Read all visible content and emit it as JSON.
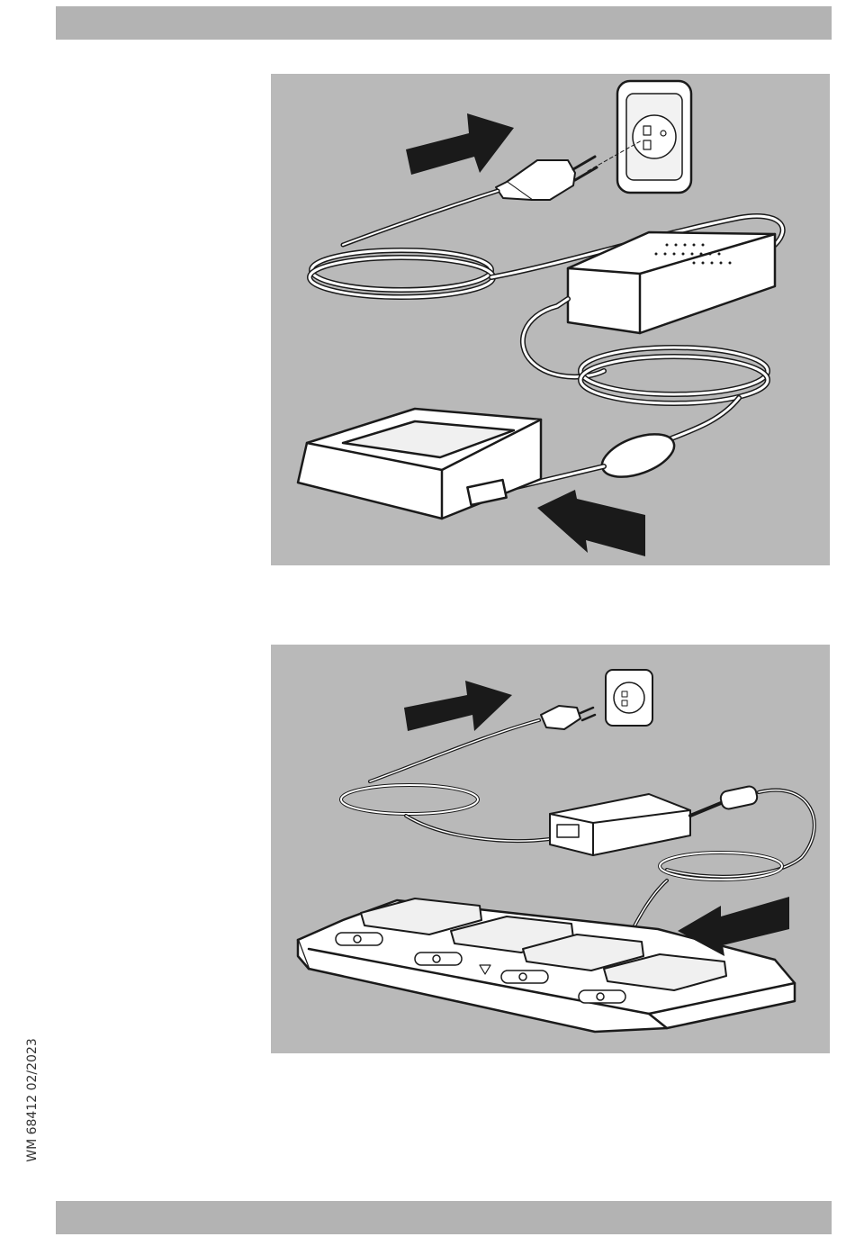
{
  "document": {
    "side_code": "WM 68412 02/2023"
  },
  "figures": [
    {
      "icon": "single-charger-with-power-supply-illustration"
    },
    {
      "icon": "multi-charger-with-power-supply-illustration"
    }
  ],
  "colors": {
    "header_bar": "#b3b3b3",
    "panel_background": "#b9b9b9",
    "line": "#1a1a1a",
    "arrow": "#1a1a1a"
  }
}
